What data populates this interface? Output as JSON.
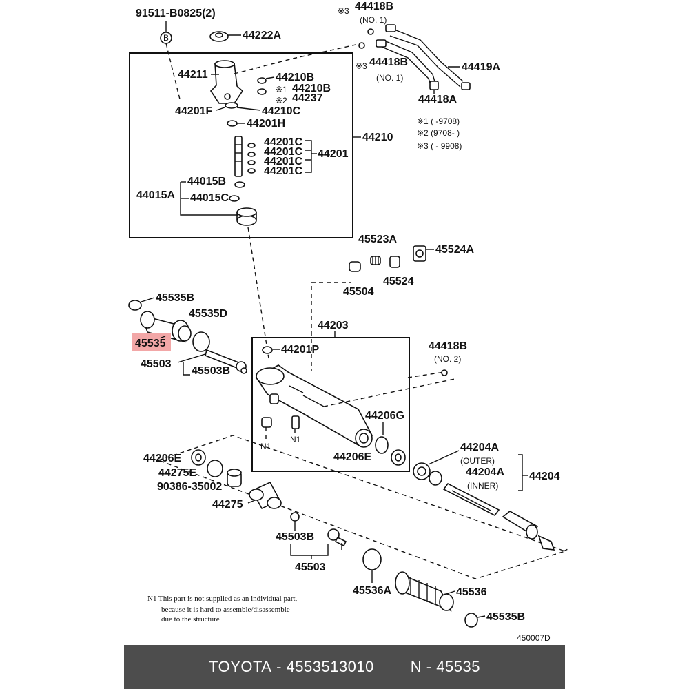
{
  "diagram": {
    "labels": {
      "p91511": "91511-B0825(2)",
      "b_mark": "B",
      "p44222A": "44222A",
      "p44211": "44211",
      "p44210B_1": "44210B",
      "p44210B_2": "44210B",
      "p44237": "44237",
      "mk1": "※1",
      "mk2": "※2",
      "p44201F": "44201F",
      "p44210C": "44210C",
      "p44201H": "44201H",
      "p44210": "44210",
      "p44201C_1": "44201C",
      "p44201C_2": "44201C",
      "p44201C_3": "44201C",
      "p44201C_4": "44201C",
      "p44201": "44201",
      "p44015B": "44015B",
      "p44015A": "44015A",
      "p44015C": "44015C",
      "p44418B_top": "44418B",
      "no1_top": "(NO. 1)",
      "mk3_top": "※3",
      "p44418B_mid": "44418B",
      "no1_mid": "(NO. 1)",
      "mk3_mid": "※3",
      "p44419A": "44419A",
      "p44418A": "44418A",
      "leg1": "※1 (      -9708)",
      "leg2": "※2 (9708-      )",
      "leg3": "※3 (      - 9908)",
      "p45523A": "45523A",
      "p45524A": "45524A",
      "p45504": "45504",
      "p45524": "45524",
      "p45535B_top": "45535B",
      "p45535D": "45535D",
      "p45535": "45535",
      "p44203": "44203",
      "p44201P": "44201P",
      "p44418B_no2": "44418B",
      "no2": "(NO. 2)",
      "p45503_left": "45503",
      "p45503B_left": "45503B",
      "n1a": "N1",
      "n1b": "N1",
      "p44206G": "44206G",
      "p44206E_right": "44206E",
      "p44206E_left": "44206E",
      "p44275E": "44275E",
      "p90386": "90386-35002",
      "p44275": "44275",
      "p44204A_outer": "44204A",
      "outer": "(OUTER)",
      "p44204A_inner": "44204A",
      "inner": "(INNER)",
      "p44204": "44204",
      "p45503B_bottom": "45503B",
      "p45503_bottom": "45503",
      "p45536A": "45536A",
      "p45536": "45536",
      "p45535B_bottom": "45535B",
      "diagram_code": "450007D"
    },
    "note": {
      "line1": "N1  This part is not supplied as an individual part,",
      "line2": "because it is hard to assemble/disassemble",
      "line3": "due to the structure"
    },
    "highlighted_part": "45535",
    "highlight_color": "#f2a7a7"
  },
  "footer": {
    "brand": "TOYOTA",
    "part_number": "4553513010",
    "n_label": "N",
    "n_value": "45535",
    "background": "#4d4d4d"
  }
}
